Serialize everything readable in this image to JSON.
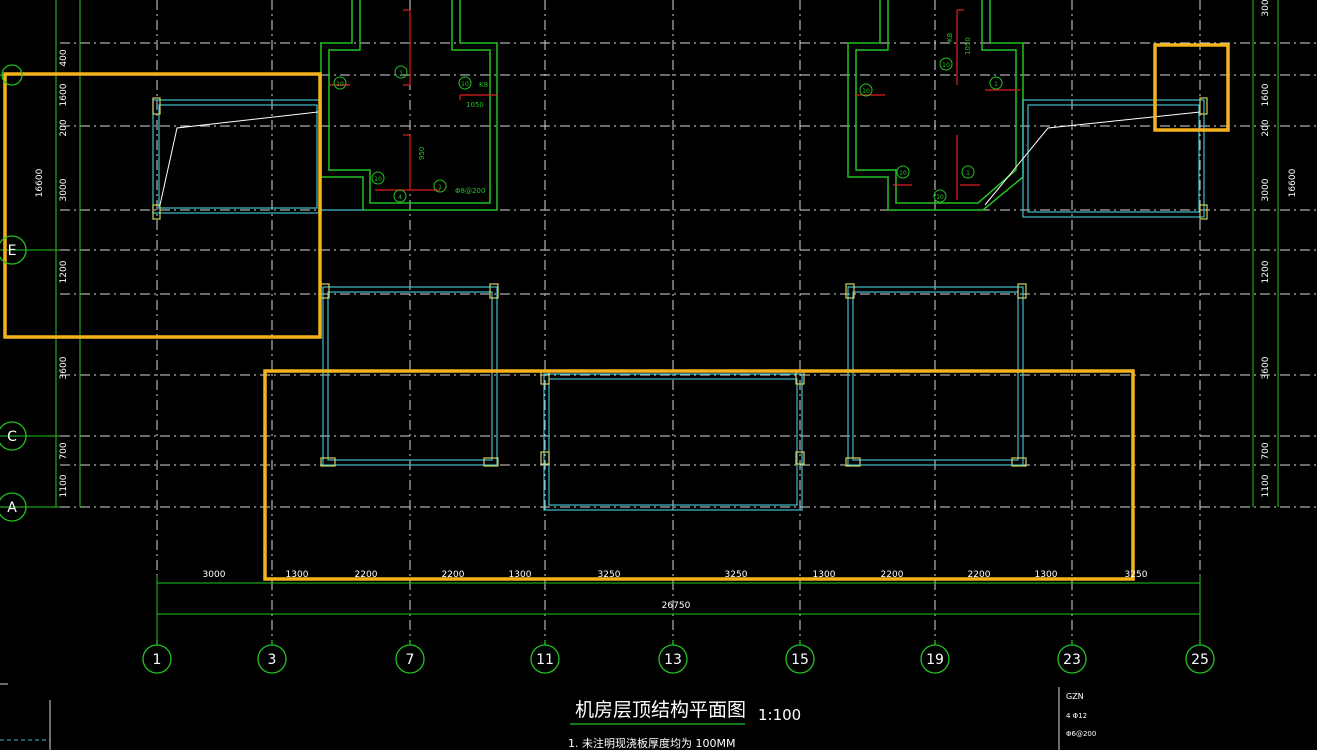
{
  "drawing": {
    "title": "机房层顶结构平面图",
    "scale": "1:100",
    "note": "1. 未注明现浇板厚度均为    100MM"
  },
  "axes_bottom": [
    "1",
    "3",
    "7",
    "11",
    "13",
    "15",
    "19",
    "23",
    "25"
  ],
  "axes_left": [
    "E",
    "C",
    "A"
  ],
  "left_dims": [
    "400",
    "1600",
    "200",
    "3000",
    "16600",
    "1200",
    "3600",
    "700",
    "1100"
  ],
  "right_dims": [
    "300",
    "1600",
    "200",
    "3000",
    "16600",
    "1200",
    "3600",
    "700",
    "1100"
  ],
  "bottom_dims": [
    "3000",
    "1300",
    "2200",
    "2200",
    "1300",
    "3250",
    "3250",
    "1300",
    "2200",
    "2200",
    "1300",
    "3250"
  ],
  "total_dim": "26750",
  "rebar_labels": {
    "a": "1050",
    "b": "950",
    "c": "1050",
    "d": "Φ8@200",
    "e": "K8",
    "f": "K8"
  },
  "circle_marks": [
    "10",
    "1",
    "10",
    "1",
    "10",
    "4",
    "10",
    "10",
    "1",
    "10",
    "1",
    "10"
  ],
  "column_table": {
    "name": "GZN",
    "line1": "4 Φ12",
    "line2": "Φ6@200"
  },
  "colors": {
    "axis": "#22c322",
    "grid": "#d8d8d8",
    "beam": "#3fbfcf",
    "highlight": "#f5b21a",
    "rebar": "#e02020",
    "column": "#d6d060",
    "text": "#ffffff"
  }
}
